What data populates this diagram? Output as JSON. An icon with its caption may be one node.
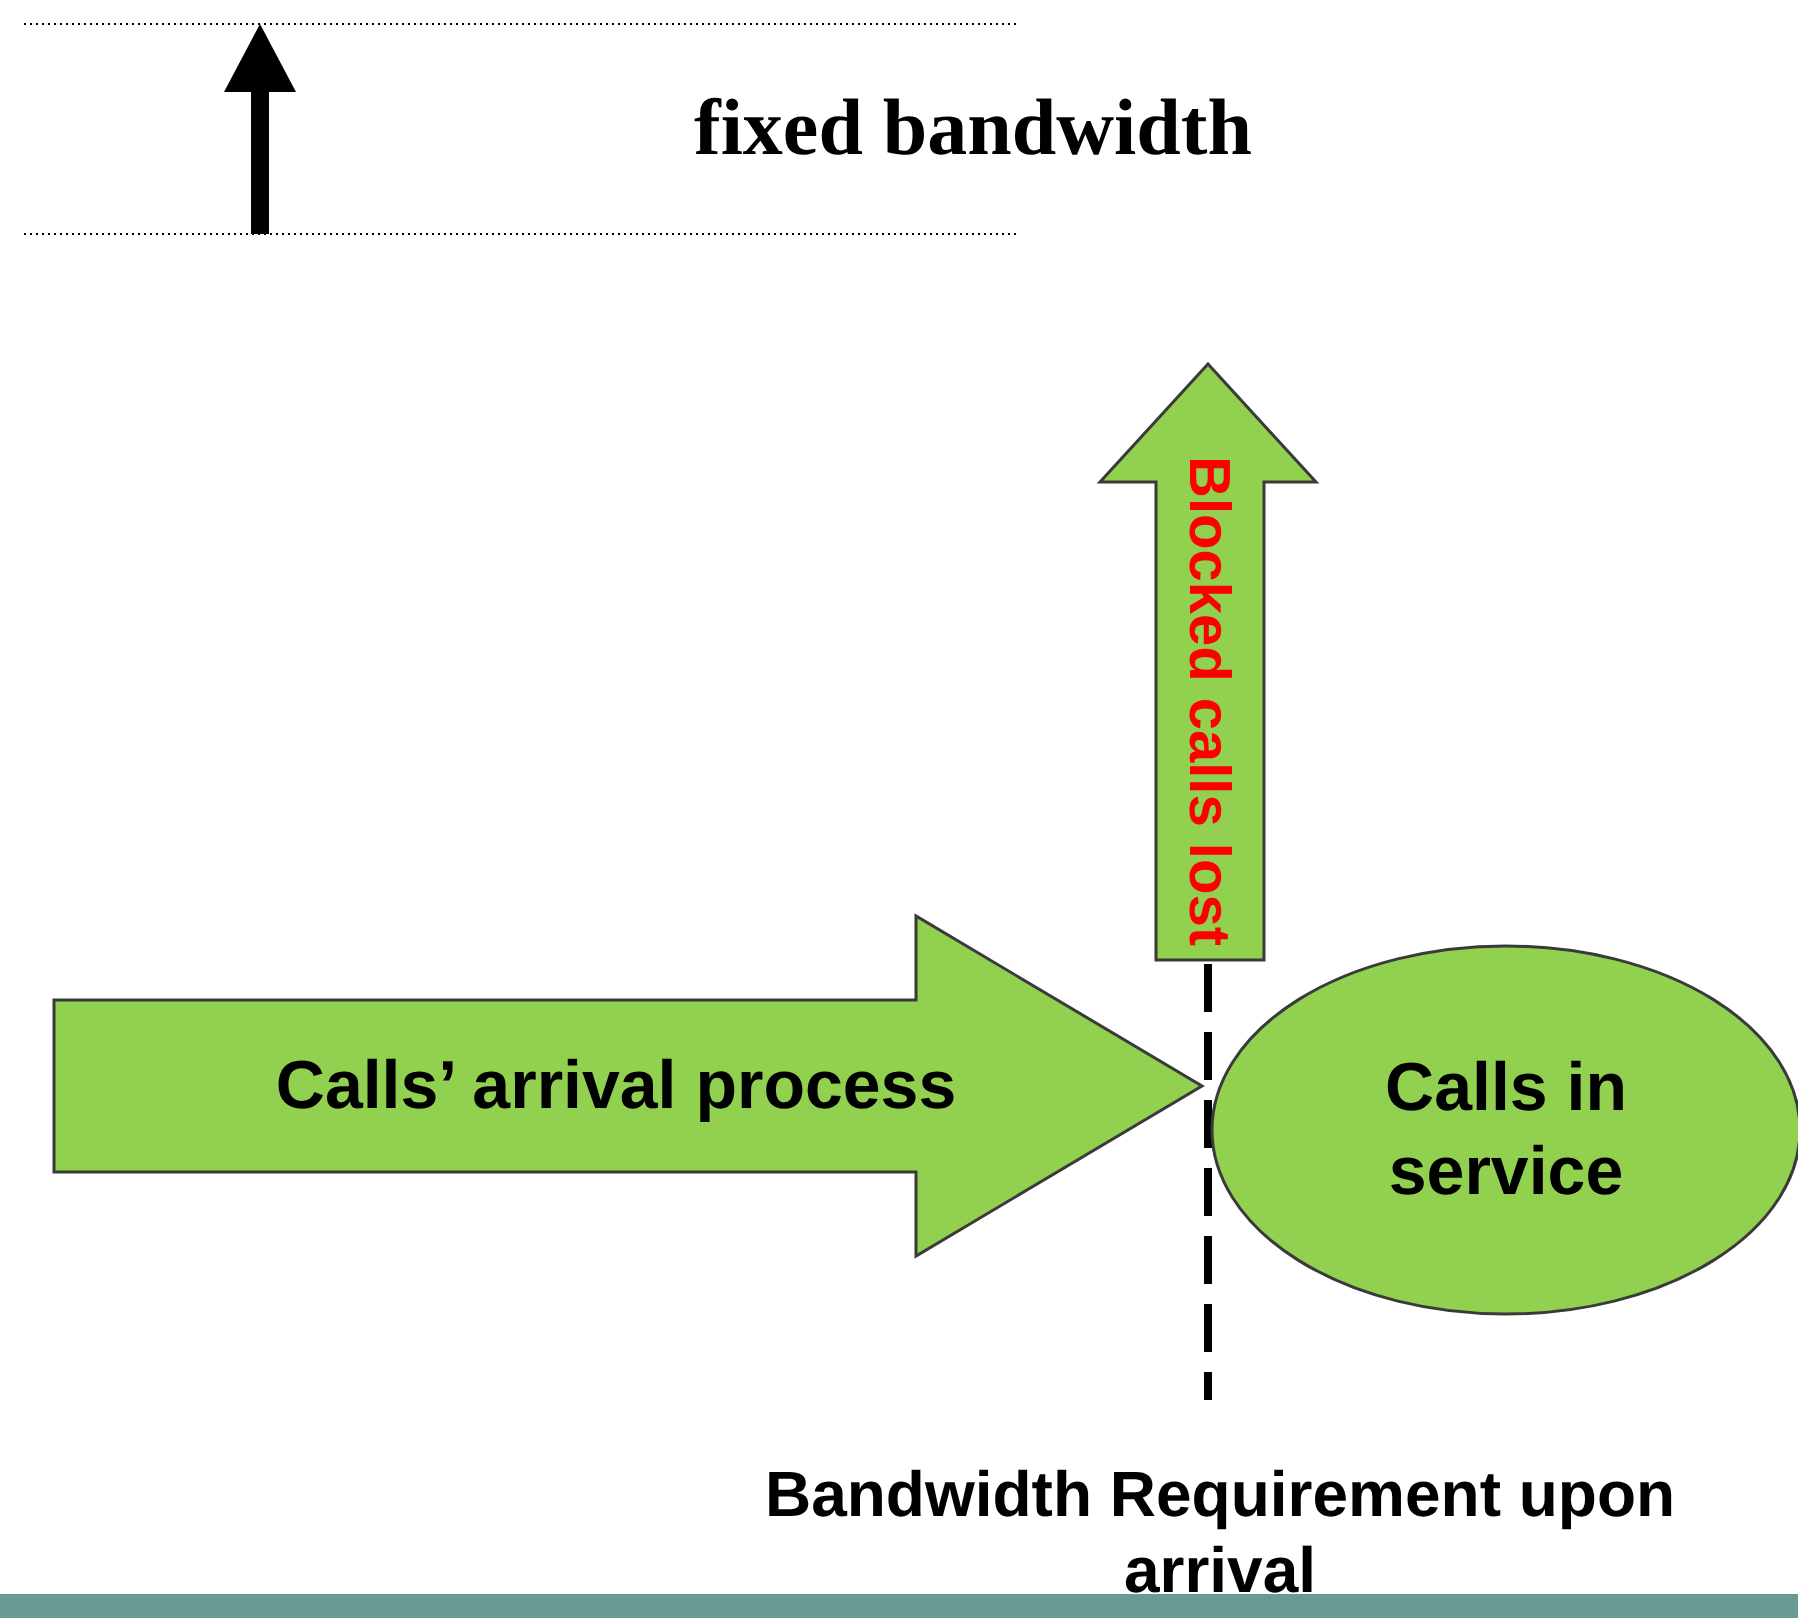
{
  "diagram": {
    "nodes": [
      {
        "text": [
          "Calls’ arrival process"
        ]
      },
      {
        "text": [
          "Blocked calls lost"
        ]
      },
      {
        "text": [
          "Calls in service"
        ]
      }
    ],
    "labels": [
      "fixed bandwidth",
      "Bandwidth Requirement upon arrival"
    ]
  }
}
